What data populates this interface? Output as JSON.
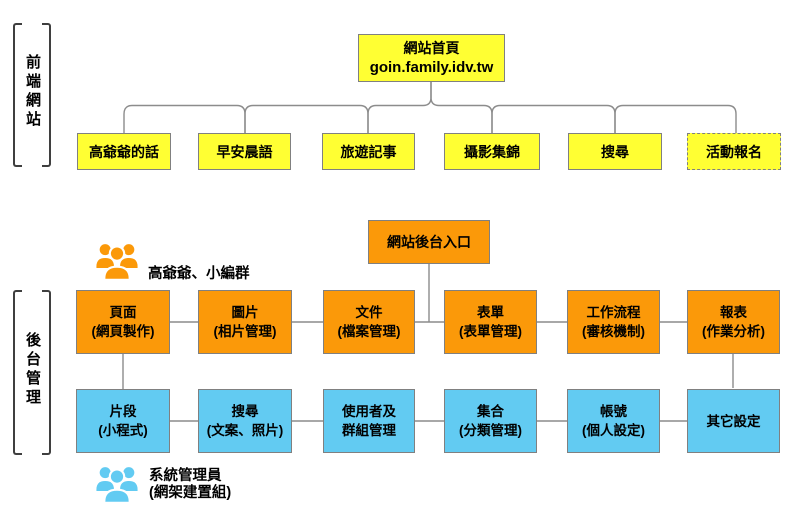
{
  "colors": {
    "yellow": "#ffff33",
    "orange": "#fb9909",
    "blue": "#62cbf2",
    "border": "#808080",
    "line": "#8c8c8c",
    "bracket": "#3f3f3f"
  },
  "frontend": {
    "bracket_label": "前端網站",
    "home": {
      "title": "網站首頁",
      "url": "goin.family.idv.tw"
    },
    "pages": [
      "高爺爺的話",
      "早安晨語",
      "旅遊記事",
      "攝影集錦",
      "搜尋",
      "活動報名"
    ]
  },
  "backend": {
    "bracket_label": "後台管理",
    "entry_label": "網站後台入口",
    "editors_label": "高爺爺、小編群",
    "admin_label_line1": "系統管理員",
    "admin_label_line2": "(網架建置組)",
    "modules": [
      {
        "title": "頁面",
        "subtitle": "(網頁製作)"
      },
      {
        "title": "圖片",
        "subtitle": "(相片管理)"
      },
      {
        "title": "文件",
        "subtitle": "(檔案管理)"
      },
      {
        "title": "表單",
        "subtitle": "(表單管理)"
      },
      {
        "title": "工作流程",
        "subtitle": "(審核機制)"
      },
      {
        "title": "報表",
        "subtitle": "(作業分析)"
      }
    ],
    "system_modules": [
      {
        "title": "片段",
        "subtitle": "(小程式)"
      },
      {
        "title": "搜尋",
        "subtitle": "(文案、照片)"
      },
      {
        "title": "使用者及",
        "subtitle": "群組管理"
      },
      {
        "title": "集合",
        "subtitle": "(分類管理)"
      },
      {
        "title": "帳號",
        "subtitle": "(個人設定)"
      },
      {
        "title": "其它設定",
        "subtitle": ""
      }
    ]
  }
}
